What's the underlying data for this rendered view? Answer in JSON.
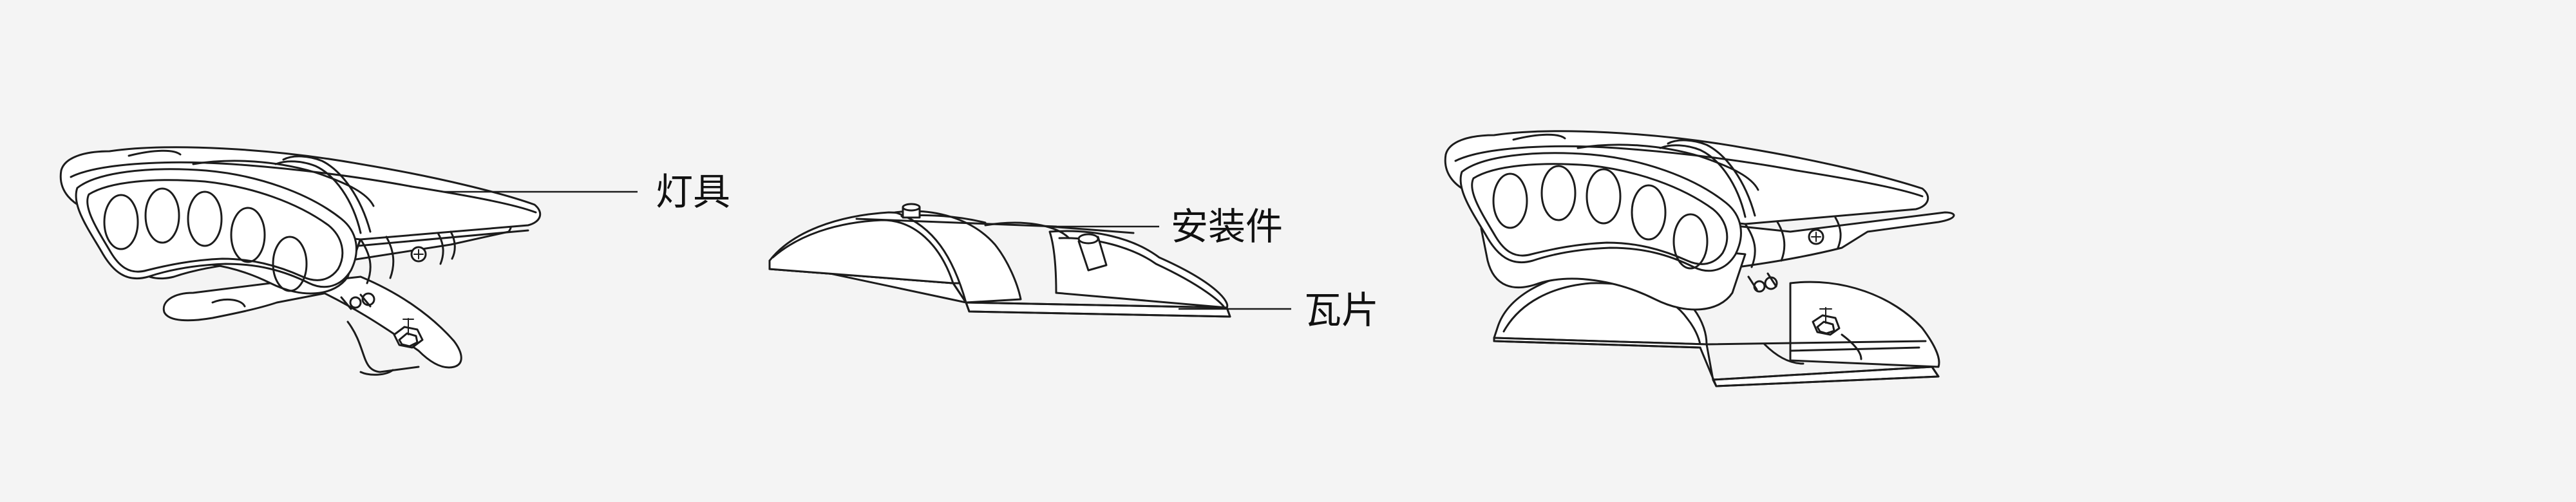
{
  "labels": {
    "lamp": "灯具",
    "mount": "安装件",
    "tile": "瓦片"
  },
  "colors": {
    "background": "#f4f4f4",
    "line": "#1c1c1c"
  }
}
